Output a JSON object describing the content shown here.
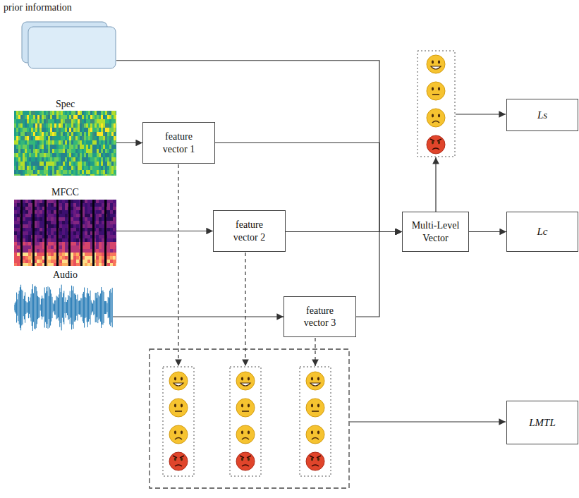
{
  "diagram": {
    "nodes": [
      {
        "text": [
          "prior information"
        ]
      },
      {
        "text": [
          "Spec"
        ]
      },
      {
        "text": [
          "MFCC"
        ]
      },
      {
        "text": [
          "Audio"
        ]
      },
      {
        "text": [
          "feature vector 1"
        ]
      },
      {
        "text": [
          "feature vector 2"
        ]
      },
      {
        "text": [
          "feature vector 3"
        ]
      },
      {
        "text": [
          "Multi-Level Vector"
        ]
      },
      {
        "text": [
          "Ls"
        ]
      },
      {
        "text": [
          "Lc"
        ]
      },
      {
        "text": [
          "LMTL"
        ]
      }
    ],
    "edges": [
      {
        "from": 0,
        "to": 7,
        "arrow": "to"
      },
      {
        "from": 1,
        "to": 4,
        "arrow": "to"
      },
      {
        "from": 4,
        "to": 7,
        "arrow": "to"
      },
      {
        "from": 2,
        "to": 5,
        "arrow": "to"
      },
      {
        "from": 5,
        "to": 7,
        "arrow": "to"
      },
      {
        "from": 3,
        "to": 6,
        "arrow": "to"
      },
      {
        "from": 6,
        "to": 7,
        "arrow": "to"
      },
      {
        "from": 7,
        "to": 9,
        "arrow": "to"
      }
    ]
  }
}
